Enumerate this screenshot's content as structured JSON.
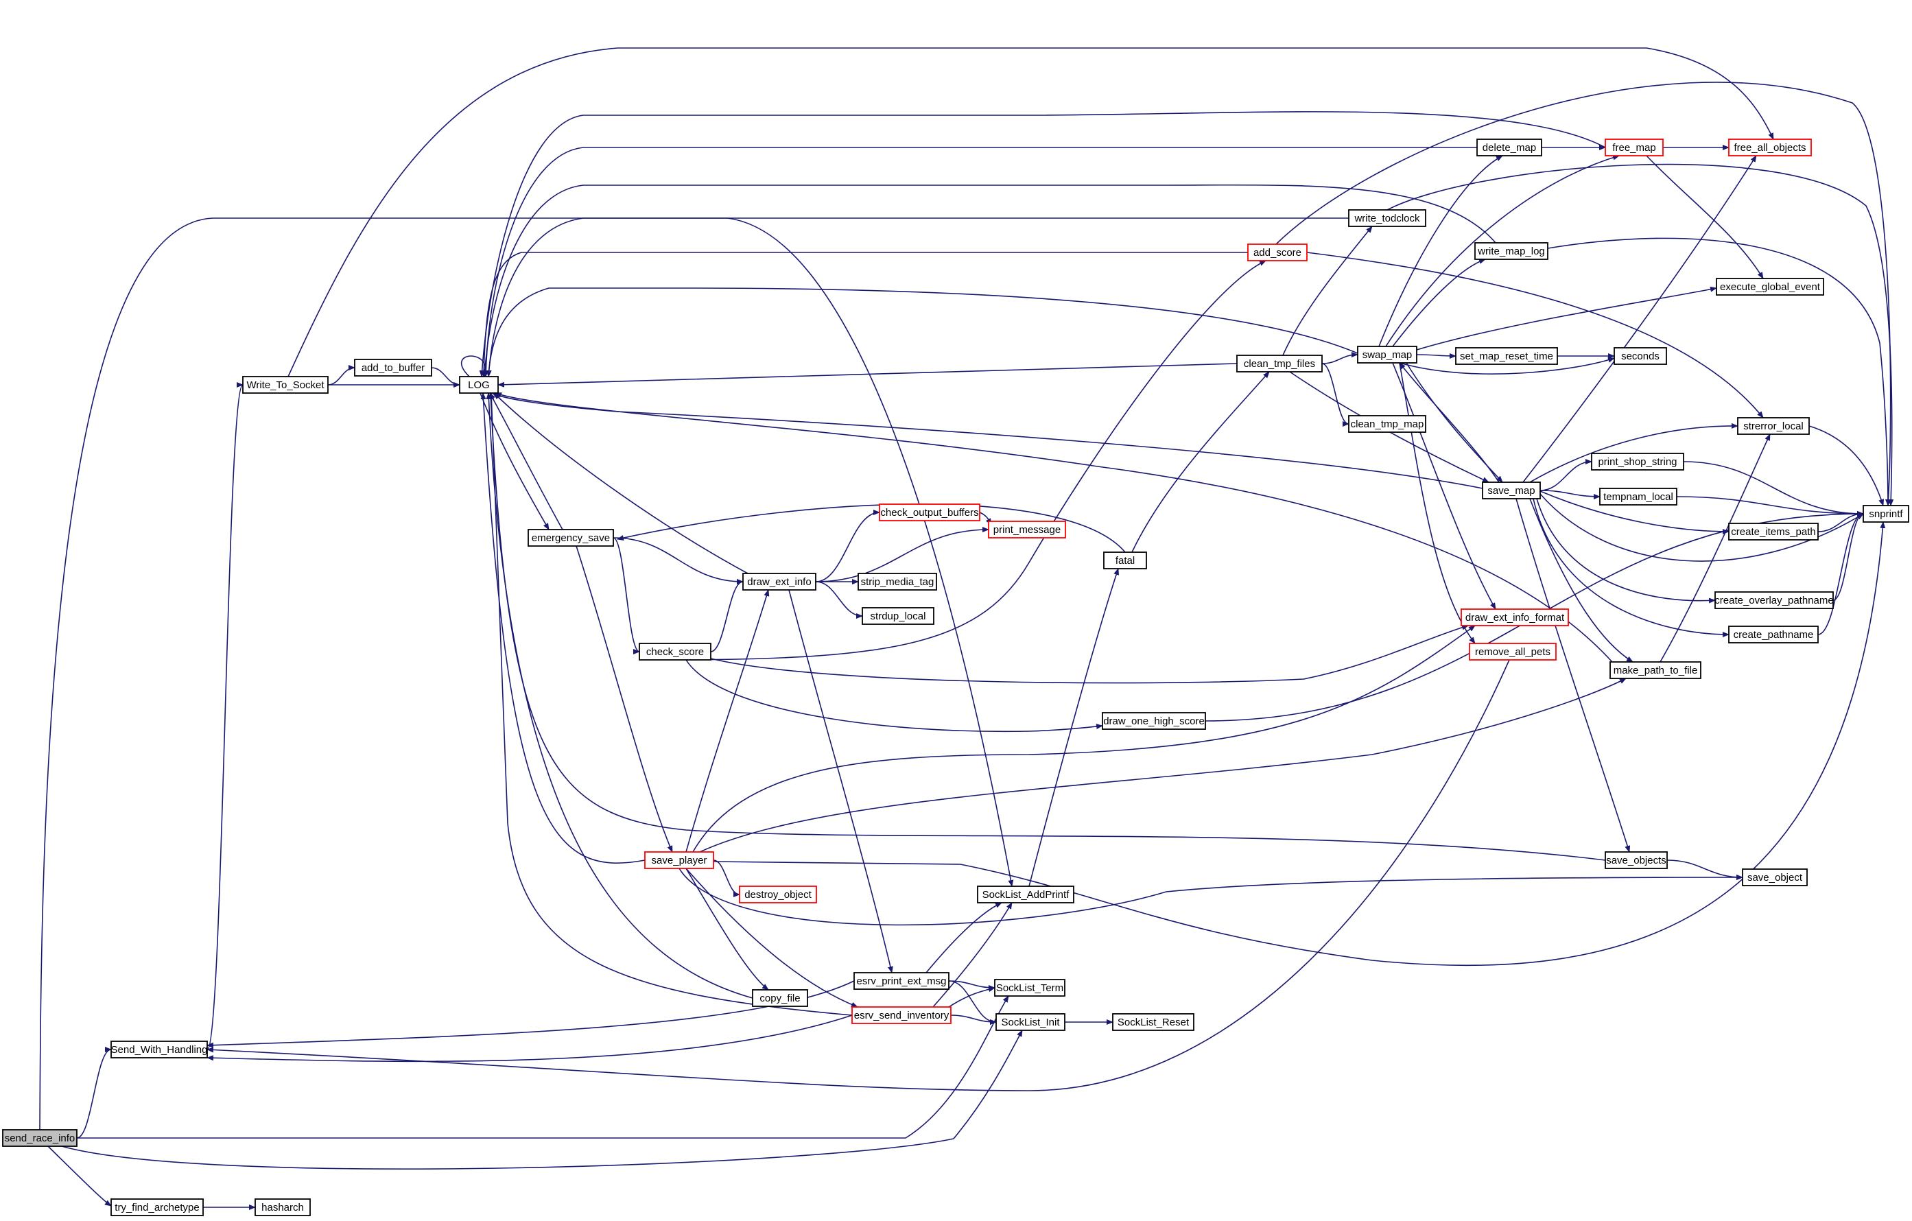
{
  "graph": {
    "colors": {
      "edge": "#191970",
      "node_border": "#000000",
      "truncated_node_border": "#ff0000",
      "root_fill": "#bfbfbf",
      "node_fill": "#ffffff",
      "background": "#ffffff"
    },
    "nodes": [
      {
        "id": "send_race_info",
        "label": "send_race_info",
        "root": true
      },
      {
        "id": "Send_With_Handling",
        "label": "Send_With_Handling"
      },
      {
        "id": "Write_To_Socket",
        "label": "Write_To_Socket"
      },
      {
        "id": "add_to_buffer",
        "label": "add_to_buffer"
      },
      {
        "id": "LOG",
        "label": "LOG"
      },
      {
        "id": "emergency_save",
        "label": "emergency_save"
      },
      {
        "id": "check_score",
        "label": "check_score"
      },
      {
        "id": "save_player",
        "label": "save_player",
        "truncated": true
      },
      {
        "id": "destroy_object",
        "label": "destroy_object",
        "truncated": true
      },
      {
        "id": "copy_file",
        "label": "copy_file"
      },
      {
        "id": "draw_ext_info",
        "label": "draw_ext_info"
      },
      {
        "id": "check_output_buffers",
        "label": "check_output_buffers",
        "truncated": true
      },
      {
        "id": "print_message",
        "label": "print_message",
        "truncated": true
      },
      {
        "id": "strip_media_tag",
        "label": "strip_media_tag"
      },
      {
        "id": "strdup_local",
        "label": "strdup_local"
      },
      {
        "id": "fatal",
        "label": "fatal"
      },
      {
        "id": "draw_one_high_score",
        "label": "draw_one_high_score"
      },
      {
        "id": "SockList_AddPrintf",
        "label": "SockList_AddPrintf"
      },
      {
        "id": "esrv_print_ext_msg",
        "label": "esrv_print_ext_msg"
      },
      {
        "id": "esrv_send_inventory",
        "label": "esrv_send_inventory",
        "truncated": true
      },
      {
        "id": "SockList_Term",
        "label": "SockList_Term"
      },
      {
        "id": "SockList_Init",
        "label": "SockList_Init"
      },
      {
        "id": "SockList_Reset",
        "label": "SockList_Reset"
      },
      {
        "id": "try_find_archetype",
        "label": "try_find_archetype"
      },
      {
        "id": "hasharch",
        "label": "hasharch"
      },
      {
        "id": "add_score",
        "label": "add_score",
        "truncated": true
      },
      {
        "id": "write_todclock",
        "label": "write_todclock"
      },
      {
        "id": "clean_tmp_files",
        "label": "clean_tmp_files"
      },
      {
        "id": "clean_tmp_map",
        "label": "clean_tmp_map"
      },
      {
        "id": "delete_map",
        "label": "delete_map"
      },
      {
        "id": "free_map",
        "label": "free_map",
        "truncated": true
      },
      {
        "id": "free_all_objects",
        "label": "free_all_objects",
        "truncated": true
      },
      {
        "id": "swap_map",
        "label": "swap_map"
      },
      {
        "id": "write_map_log",
        "label": "write_map_log"
      },
      {
        "id": "set_map_reset_time",
        "label": "set_map_reset_time"
      },
      {
        "id": "seconds",
        "label": "seconds"
      },
      {
        "id": "execute_global_event",
        "label": "execute_global_event"
      },
      {
        "id": "save_map",
        "label": "save_map"
      },
      {
        "id": "strerror_local",
        "label": "strerror_local"
      },
      {
        "id": "print_shop_string",
        "label": "print_shop_string"
      },
      {
        "id": "tempnam_local",
        "label": "tempnam_local"
      },
      {
        "id": "create_items_path",
        "label": "create_items_path"
      },
      {
        "id": "create_overlay_pathname",
        "label": "create_overlay_pathname"
      },
      {
        "id": "create_pathname",
        "label": "create_pathname"
      },
      {
        "id": "snprintf",
        "label": "snprintf"
      },
      {
        "id": "draw_ext_info_format",
        "label": "draw_ext_info_format",
        "truncated": true
      },
      {
        "id": "remove_all_pets",
        "label": "remove_all_pets",
        "truncated": true
      },
      {
        "id": "make_path_to_file",
        "label": "make_path_to_file"
      },
      {
        "id": "save_objects",
        "label": "save_objects"
      },
      {
        "id": "save_object",
        "label": "save_object"
      }
    ],
    "edges": [
      [
        "send_race_info",
        "Send_With_Handling"
      ],
      [
        "send_race_info",
        "SockList_AddPrintf"
      ],
      [
        "send_race_info",
        "SockList_Term"
      ],
      [
        "send_race_info",
        "SockList_Init"
      ],
      [
        "send_race_info",
        "try_find_archetype"
      ],
      [
        "try_find_archetype",
        "hasharch"
      ],
      [
        "Send_With_Handling",
        "Write_To_Socket"
      ],
      [
        "Write_To_Socket",
        "add_to_buffer"
      ],
      [
        "Write_To_Socket",
        "LOG"
      ],
      [
        "Write_To_Socket",
        "free_all_objects"
      ],
      [
        "add_to_buffer",
        "LOG"
      ],
      [
        "LOG",
        "LOG"
      ],
      [
        "LOG",
        "emergency_save"
      ],
      [
        "emergency_save",
        "LOG"
      ],
      [
        "emergency_save",
        "draw_ext_info"
      ],
      [
        "emergency_save",
        "check_score"
      ],
      [
        "emergency_save",
        "save_player"
      ],
      [
        "check_score",
        "draw_ext_info"
      ],
      [
        "check_score",
        "add_score"
      ],
      [
        "check_score",
        "draw_ext_info_format"
      ],
      [
        "check_score",
        "draw_one_high_score"
      ],
      [
        "draw_ext_info",
        "LOG"
      ],
      [
        "draw_ext_info",
        "check_output_buffers"
      ],
      [
        "draw_ext_info",
        "print_message"
      ],
      [
        "draw_ext_info",
        "strip_media_tag"
      ],
      [
        "draw_ext_info",
        "strdup_local"
      ],
      [
        "draw_ext_info",
        "esrv_print_ext_msg"
      ],
      [
        "check_output_buffers",
        "print_message"
      ],
      [
        "save_player",
        "LOG"
      ],
      [
        "save_player",
        "draw_ext_info"
      ],
      [
        "save_player",
        "destroy_object"
      ],
      [
        "save_player",
        "copy_file"
      ],
      [
        "save_player",
        "esrv_send_inventory"
      ],
      [
        "save_player",
        "draw_ext_info_format"
      ],
      [
        "save_player",
        "make_path_to_file"
      ],
      [
        "save_player",
        "save_object"
      ],
      [
        "save_player",
        "snprintf"
      ],
      [
        "copy_file",
        "LOG"
      ],
      [
        "fatal",
        "emergency_save"
      ],
      [
        "fatal",
        "clean_tmp_files"
      ],
      [
        "SockList_AddPrintf",
        "fatal"
      ],
      [
        "esrv_print_ext_msg",
        "Send_With_Handling"
      ],
      [
        "esrv_print_ext_msg",
        "SockList_AddPrintf"
      ],
      [
        "esrv_print_ext_msg",
        "SockList_Term"
      ],
      [
        "esrv_print_ext_msg",
        "SockList_Init"
      ],
      [
        "esrv_send_inventory",
        "LOG"
      ],
      [
        "esrv_send_inventory",
        "Send_With_Handling"
      ],
      [
        "esrv_send_inventory",
        "SockList_AddPrintf"
      ],
      [
        "esrv_send_inventory",
        "SockList_Term"
      ],
      [
        "esrv_send_inventory",
        "SockList_Init"
      ],
      [
        "SockList_Init",
        "SockList_Reset"
      ],
      [
        "draw_one_high_score",
        "snprintf"
      ],
      [
        "add_score",
        "LOG"
      ],
      [
        "add_score",
        "strerror_local"
      ],
      [
        "add_score",
        "snprintf"
      ],
      [
        "clean_tmp_files",
        "LOG"
      ],
      [
        "clean_tmp_files",
        "write_todclock"
      ],
      [
        "clean_tmp_files",
        "swap_map"
      ],
      [
        "clean_tmp_files",
        "clean_tmp_map"
      ],
      [
        "clean_tmp_files",
        "save_map"
      ],
      [
        "write_todclock",
        "LOG"
      ],
      [
        "write_todclock",
        "snprintf"
      ],
      [
        "delete_map",
        "LOG"
      ],
      [
        "delete_map",
        "free_map"
      ],
      [
        "free_map",
        "LOG"
      ],
      [
        "free_map",
        "free_all_objects"
      ],
      [
        "free_map",
        "execute_global_event"
      ],
      [
        "swap_map",
        "LOG"
      ],
      [
        "swap_map",
        "delete_map"
      ],
      [
        "swap_map",
        "free_map"
      ],
      [
        "swap_map",
        "write_map_log"
      ],
      [
        "swap_map",
        "set_map_reset_time"
      ],
      [
        "swap_map",
        "seconds"
      ],
      [
        "swap_map",
        "execute_global_event"
      ],
      [
        "swap_map",
        "save_map"
      ],
      [
        "swap_map",
        "draw_ext_info_format"
      ],
      [
        "swap_map",
        "remove_all_pets"
      ],
      [
        "write_map_log",
        "LOG"
      ],
      [
        "write_map_log",
        "snprintf"
      ],
      [
        "set_map_reset_time",
        "seconds"
      ],
      [
        "save_map",
        "LOG"
      ],
      [
        "save_map",
        "swap_map"
      ],
      [
        "save_map",
        "free_all_objects"
      ],
      [
        "save_map",
        "strerror_local"
      ],
      [
        "save_map",
        "print_shop_string"
      ],
      [
        "save_map",
        "tempnam_local"
      ],
      [
        "save_map",
        "create_items_path"
      ],
      [
        "save_map",
        "create_overlay_pathname"
      ],
      [
        "save_map",
        "create_pathname"
      ],
      [
        "save_map",
        "snprintf"
      ],
      [
        "save_map",
        "make_path_to_file"
      ],
      [
        "save_map",
        "save_objects"
      ],
      [
        "print_shop_string",
        "snprintf"
      ],
      [
        "tempnam_local",
        "snprintf"
      ],
      [
        "create_items_path",
        "snprintf"
      ],
      [
        "create_overlay_pathname",
        "snprintf"
      ],
      [
        "create_pathname",
        "snprintf"
      ],
      [
        "strerror_local",
        "snprintf"
      ],
      [
        "make_path_to_file",
        "LOG"
      ],
      [
        "make_path_to_file",
        "strerror_local"
      ],
      [
        "remove_all_pets",
        "Send_With_Handling"
      ],
      [
        "save_objects",
        "LOG"
      ],
      [
        "save_objects",
        "save_object"
      ]
    ]
  }
}
